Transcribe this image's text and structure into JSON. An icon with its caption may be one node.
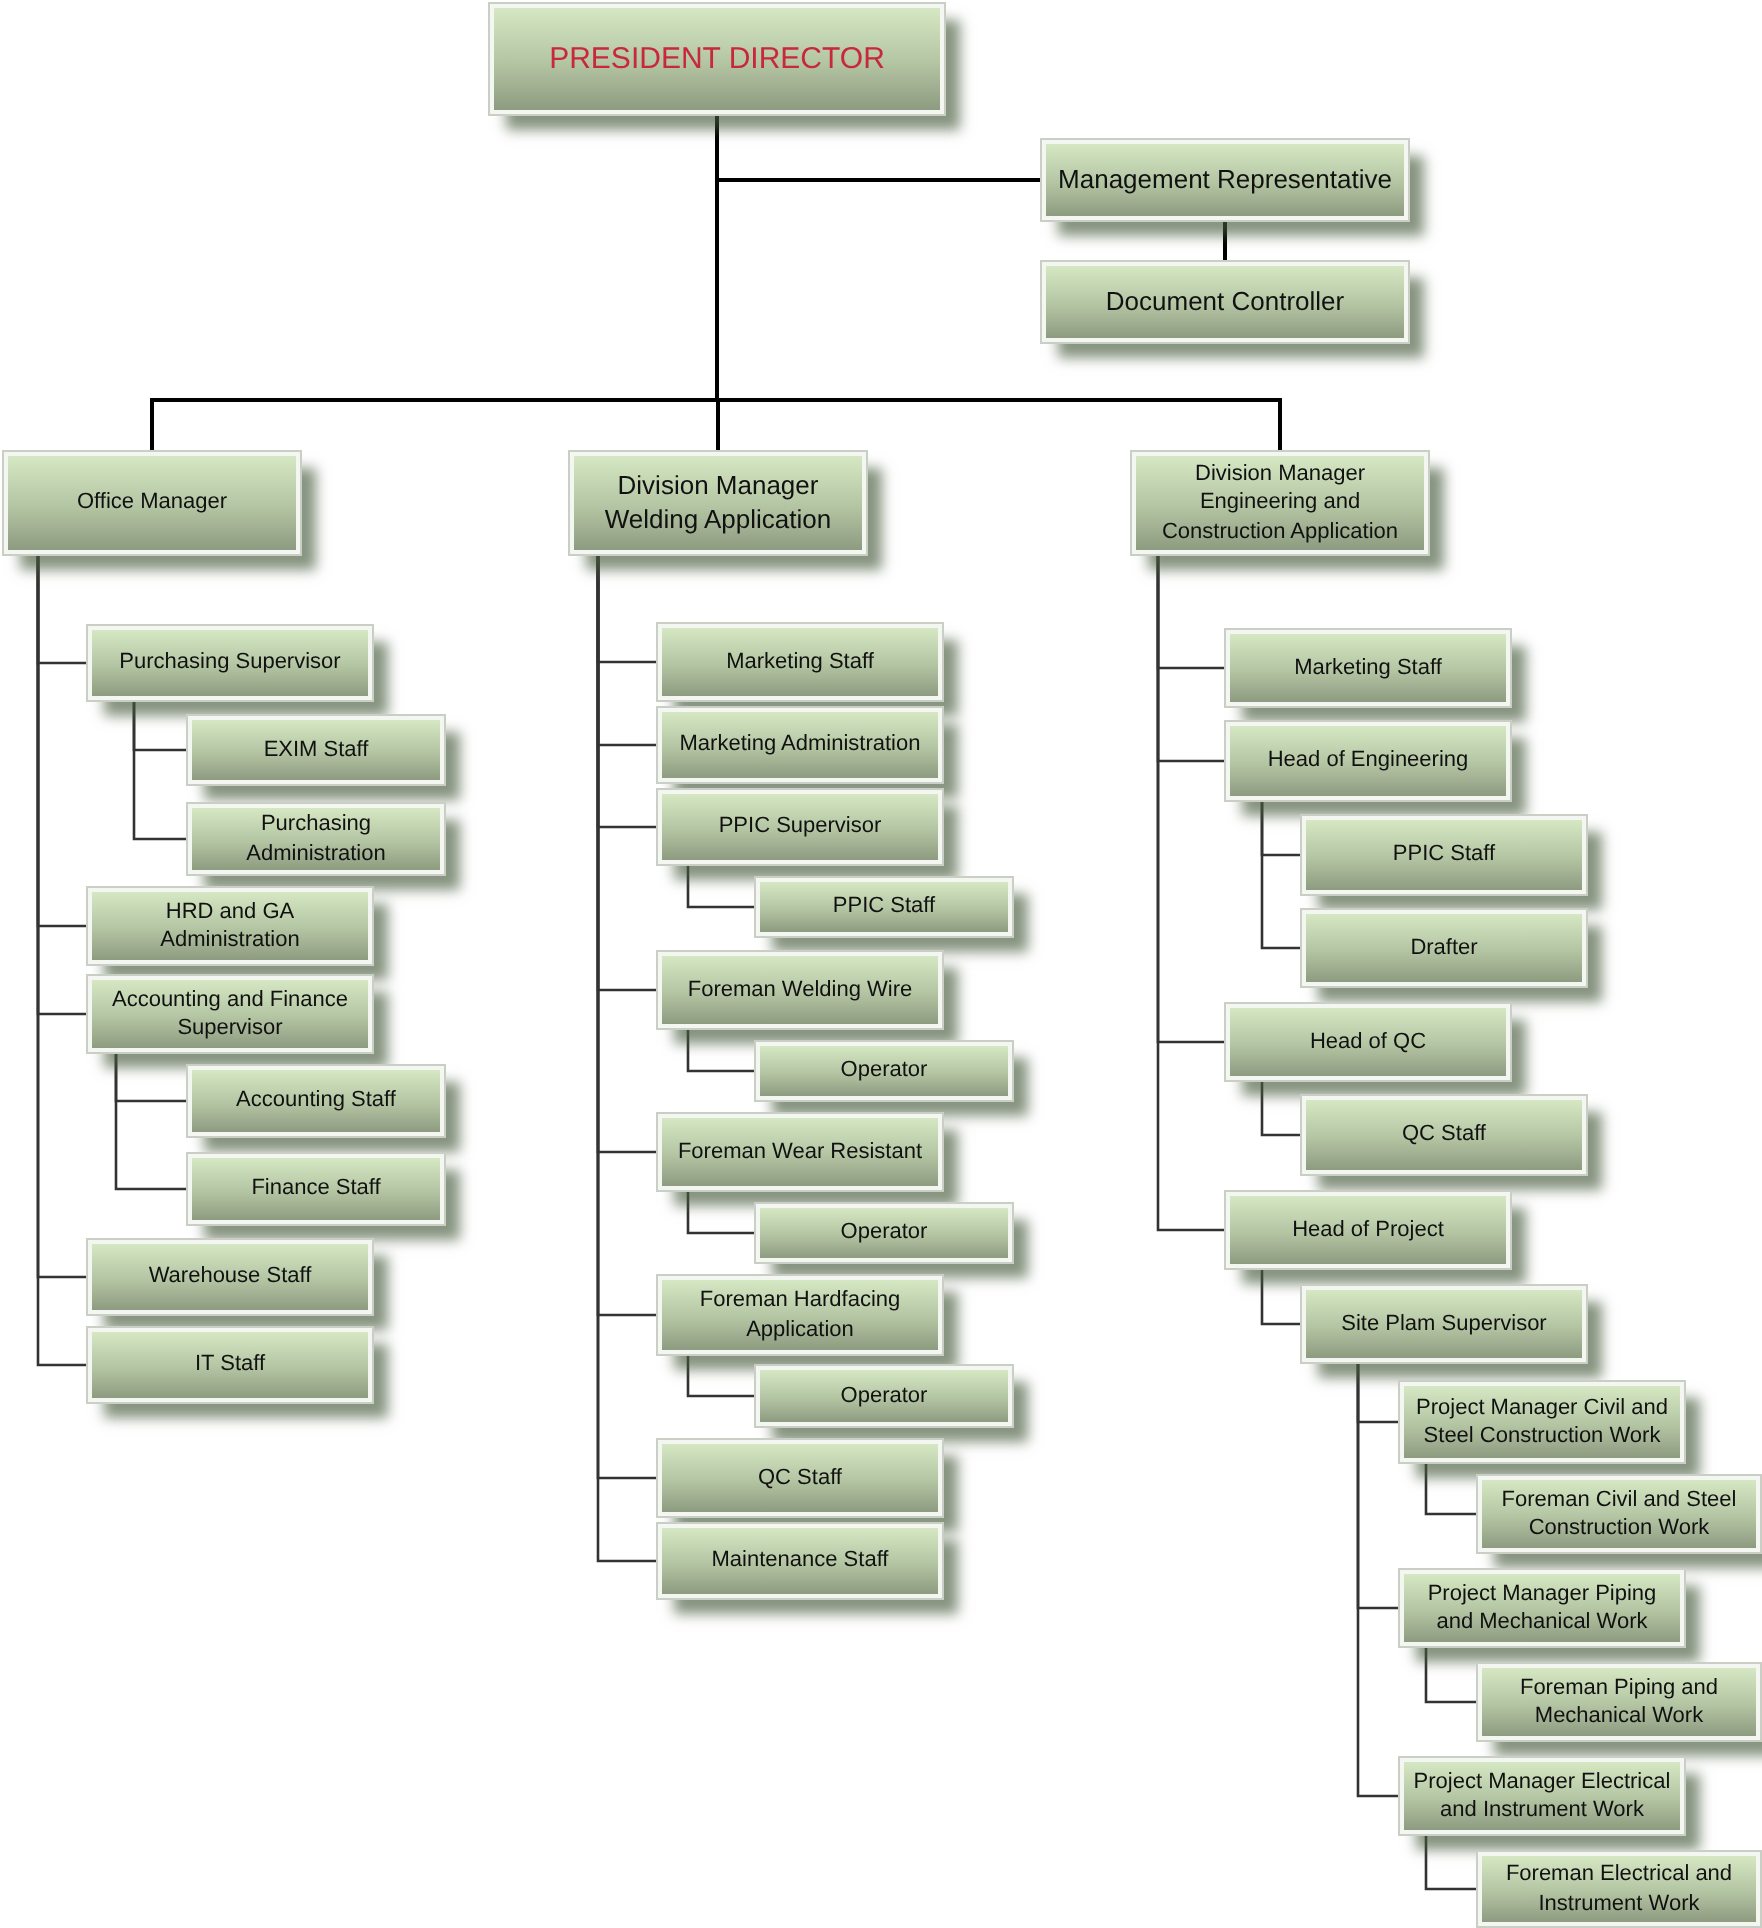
{
  "diagram": {
    "nodes": [
      {
        "text": [
          "PRESIDENT DIRECTOR"
        ]
      },
      {
        "text": [
          "Management Representative"
        ]
      },
      {
        "text": [
          "Document Controller"
        ]
      },
      {
        "text": [
          "Office Manager"
        ]
      },
      {
        "text": [
          "Division Manager Welding Application"
        ]
      },
      {
        "text": [
          "Division Manager Engineering and Construction Application"
        ]
      },
      {
        "text": [
          "Purchasing Supervisor"
        ]
      },
      {
        "text": [
          "EXIM Staff"
        ]
      },
      {
        "text": [
          "Purchasing Administration"
        ]
      },
      {
        "text": [
          "HRD and GA Administration"
        ]
      },
      {
        "text": [
          "Accounting and Finance Supervisor"
        ]
      },
      {
        "text": [
          "Accounting Staff"
        ]
      },
      {
        "text": [
          "Finance Staff"
        ]
      },
      {
        "text": [
          "Warehouse Staff"
        ]
      },
      {
        "text": [
          "IT Staff"
        ]
      },
      {
        "text": [
          "Marketing Staff"
        ]
      },
      {
        "text": [
          "Marketing Administration"
        ]
      },
      {
        "text": [
          "PPIC Supervisor"
        ]
      },
      {
        "text": [
          "PPIC Staff"
        ]
      },
      {
        "text": [
          "Foreman Welding Wire"
        ]
      },
      {
        "text": [
          "Operator"
        ]
      },
      {
        "text": [
          "Foreman Wear Resistant"
        ]
      },
      {
        "text": [
          "Operator"
        ]
      },
      {
        "text": [
          "Foreman Hardfacing Application"
        ]
      },
      {
        "text": [
          "Operator"
        ]
      },
      {
        "text": [
          "QC Staff"
        ]
      },
      {
        "text": [
          "Maintenance Staff"
        ]
      },
      {
        "text": [
          "Marketing Staff"
        ]
      },
      {
        "text": [
          "Head of Engineering"
        ]
      },
      {
        "text": [
          "PPIC Staff"
        ]
      },
      {
        "text": [
          "Drafter"
        ]
      },
      {
        "text": [
          "Head of QC"
        ]
      },
      {
        "text": [
          "QC Staff"
        ]
      },
      {
        "text": [
          "Head of Project"
        ]
      },
      {
        "text": [
          "Site Plam Supervisor"
        ]
      },
      {
        "text": [
          "Project Manager Civil and Steel Construction Work"
        ]
      },
      {
        "text": [
          "Foreman Civil and Steel Construction Work"
        ]
      },
      {
        "text": [
          "Project Manager Piping and Mechanical Work"
        ]
      },
      {
        "text": [
          "Foreman Piping and Mechanical Work"
        ]
      },
      {
        "text": [
          "Project Manager Electrical and Instrument Work"
        ]
      },
      {
        "text": [
          "Foreman Electrical and Instrument Work"
        ]
      }
    ],
    "edges": [
      {
        "from": 0,
        "to": 1,
        "arrow": "none"
      },
      {
        "from": 1,
        "to": 2,
        "arrow": "none"
      },
      {
        "from": 0,
        "to": 3,
        "arrow": "none"
      },
      {
        "from": 0,
        "to": 4,
        "arrow": "none"
      },
      {
        "from": 0,
        "to": 5,
        "arrow": "none"
      },
      {
        "from": 3,
        "to": 6,
        "arrow": "none"
      },
      {
        "from": 6,
        "to": 7,
        "arrow": "none"
      },
      {
        "from": 6,
        "to": 8,
        "arrow": "none"
      },
      {
        "from": 3,
        "to": 9,
        "arrow": "none"
      },
      {
        "from": 3,
        "to": 10,
        "arrow": "none"
      },
      {
        "from": 10,
        "to": 11,
        "arrow": "none"
      },
      {
        "from": 10,
        "to": 12,
        "arrow": "none"
      },
      {
        "from": 3,
        "to": 13,
        "arrow": "none"
      },
      {
        "from": 3,
        "to": 14,
        "arrow": "none"
      },
      {
        "from": 4,
        "to": 15,
        "arrow": "none"
      },
      {
        "from": 4,
        "to": 16,
        "arrow": "none"
      },
      {
        "from": 4,
        "to": 17,
        "arrow": "none"
      },
      {
        "from": 17,
        "to": 18,
        "arrow": "none"
      },
      {
        "from": 4,
        "to": 19,
        "arrow": "none"
      },
      {
        "from": 19,
        "to": 20,
        "arrow": "none"
      },
      {
        "from": 4,
        "to": 21,
        "arrow": "none"
      },
      {
        "from": 21,
        "to": 22,
        "arrow": "none"
      },
      {
        "from": 4,
        "to": 23,
        "arrow": "none"
      },
      {
        "from": 23,
        "to": 24,
        "arrow": "none"
      },
      {
        "from": 4,
        "to": 25,
        "arrow": "none"
      },
      {
        "from": 4,
        "to": 26,
        "arrow": "none"
      },
      {
        "from": 5,
        "to": 27,
        "arrow": "none"
      },
      {
        "from": 5,
        "to": 28,
        "arrow": "none"
      },
      {
        "from": 28,
        "to": 29,
        "arrow": "none"
      },
      {
        "from": 28,
        "to": 30,
        "arrow": "none"
      },
      {
        "from": 5,
        "to": 31,
        "arrow": "none"
      },
      {
        "from": 31,
        "to": 32,
        "arrow": "none"
      },
      {
        "from": 5,
        "to": 33,
        "arrow": "none"
      },
      {
        "from": 33,
        "to": 34,
        "arrow": "none"
      },
      {
        "from": 34,
        "to": 35,
        "arrow": "none"
      },
      {
        "from": 35,
        "to": 36,
        "arrow": "none"
      },
      {
        "from": 34,
        "to": 37,
        "arrow": "none"
      },
      {
        "from": 37,
        "to": 38,
        "arrow": "none"
      },
      {
        "from": 34,
        "to": 39,
        "arrow": "none"
      },
      {
        "from": 39,
        "to": 40,
        "arrow": "none"
      }
    ]
  }
}
